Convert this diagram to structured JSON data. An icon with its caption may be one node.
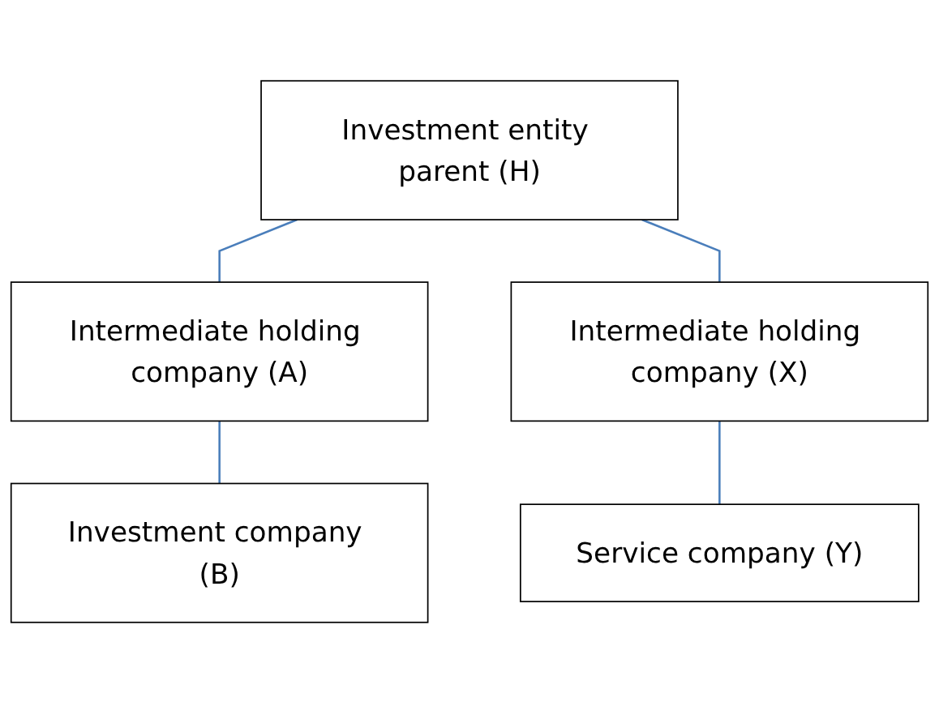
{
  "diagram": {
    "nodes": [
      {
        "text": [
          "Investment entity parent (H)"
        ]
      },
      {
        "text": [
          "Intermediate holding company (A)"
        ]
      },
      {
        "text": [
          "Intermediate holding company (X)"
        ]
      },
      {
        "text": [
          "Investment company (B)"
        ]
      },
      {
        "text": [
          "Service company (Y)"
        ]
      }
    ],
    "edges": [
      {
        "from": 0,
        "to": 1,
        "arrow": "none"
      },
      {
        "from": 0,
        "to": 2,
        "arrow": "none"
      },
      {
        "from": 1,
        "to": 3,
        "arrow": "none"
      },
      {
        "from": 2,
        "to": 4,
        "arrow": "none"
      }
    ]
  }
}
